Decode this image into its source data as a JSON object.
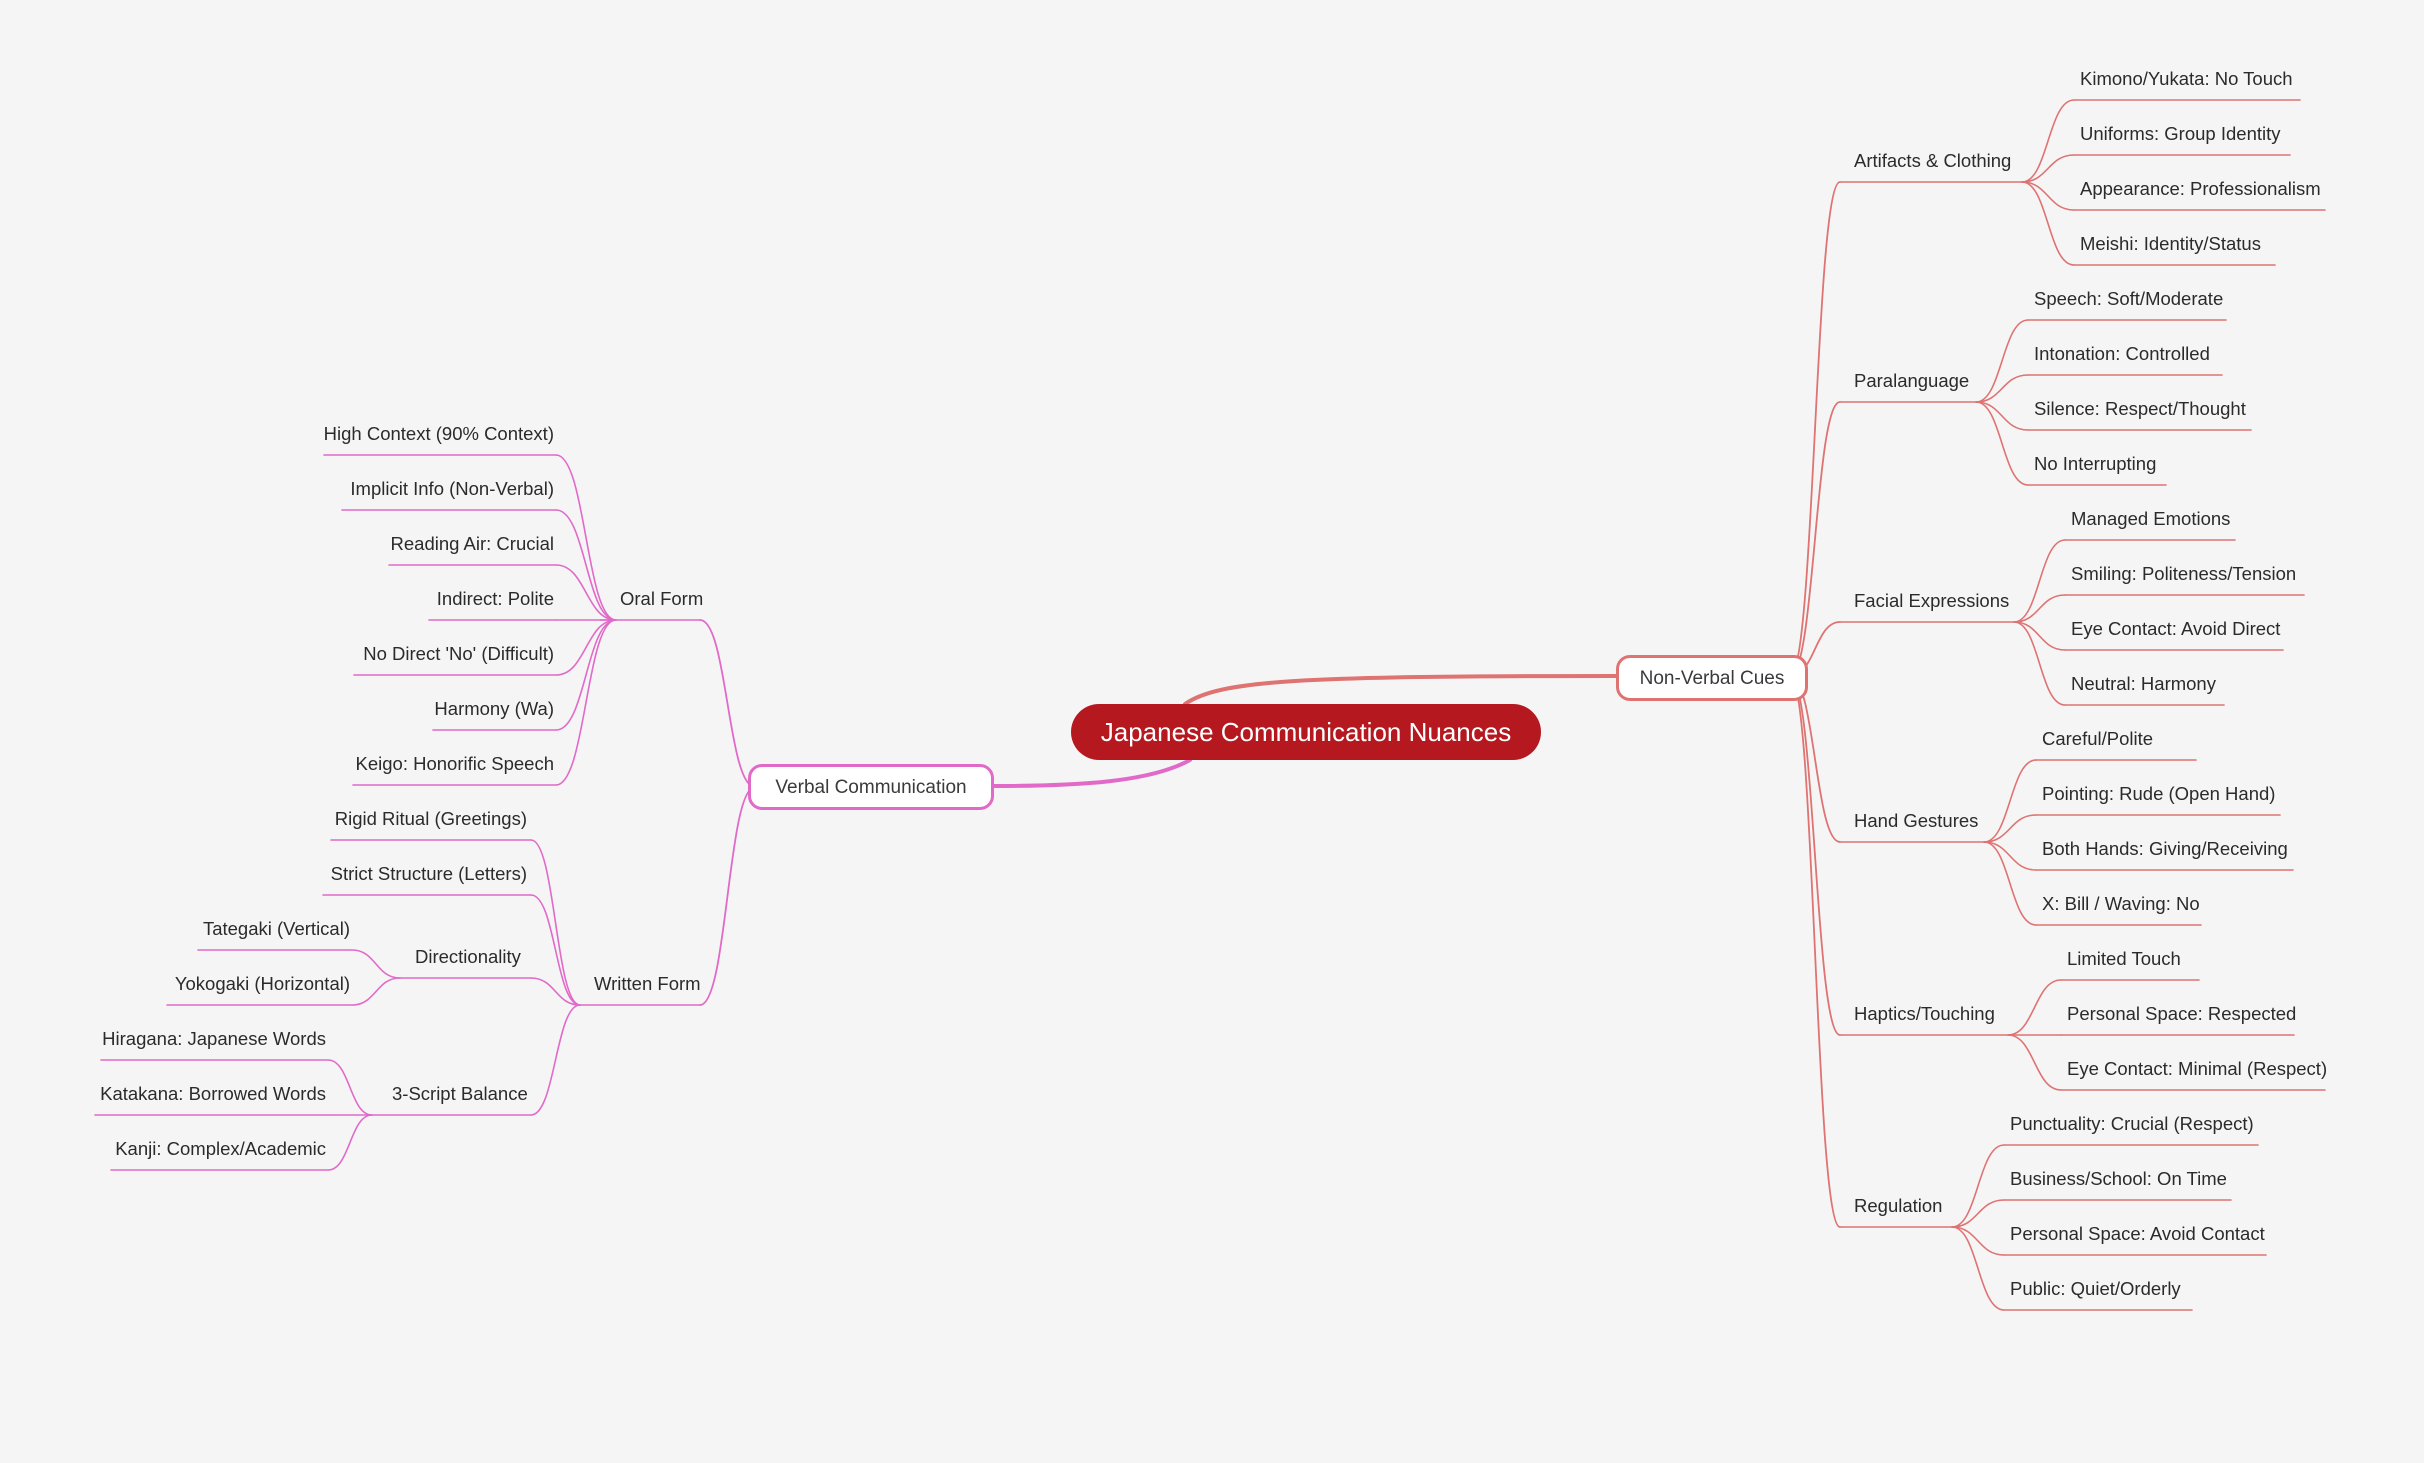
{
  "colors": {
    "root": "#b5191f",
    "verbal": "#e16ac9",
    "nonverbal": "#de7372",
    "background": "#f5f5f6"
  },
  "root": "Japanese Communication Nuances",
  "verbal": {
    "label": "Verbal Communication",
    "oral": {
      "label": "Oral Form",
      "items": [
        "High Context (90% Context)",
        "Implicit Info (Non-Verbal)",
        "Reading Air: Crucial",
        "Indirect: Polite",
        "No Direct 'No' (Difficult)",
        "Harmony (Wa)",
        "Keigo: Honorific Speech"
      ]
    },
    "written": {
      "label": "Written Form",
      "items": [
        "Rigid Ritual (Greetings)",
        "Strict Structure (Letters)"
      ],
      "directionality": {
        "label": "Directionality",
        "items": [
          "Tategaki (Vertical)",
          "Yokogaki (Horizontal)"
        ]
      },
      "scripts": {
        "label": "3-Script Balance",
        "items": [
          "Hiragana: Japanese Words",
          "Katakana: Borrowed Words",
          "Kanji: Complex/Academic"
        ]
      }
    }
  },
  "nonverbal": {
    "label": "Non-Verbal Cues",
    "groups": [
      {
        "label": "Artifacts & Clothing",
        "items": [
          "Kimono/Yukata: No Touch",
          "Uniforms: Group Identity",
          "Appearance: Professionalism",
          "Meishi: Identity/Status"
        ]
      },
      {
        "label": "Paralanguage",
        "items": [
          "Speech: Soft/Moderate",
          "Intonation: Controlled",
          "Silence: Respect/Thought",
          "No Interrupting"
        ]
      },
      {
        "label": "Facial Expressions",
        "items": [
          "Managed Emotions",
          "Smiling: Politeness/Tension",
          "Eye Contact: Avoid Direct",
          "Neutral: Harmony"
        ]
      },
      {
        "label": "Hand Gestures",
        "items": [
          "Careful/Polite",
          "Pointing: Rude (Open Hand)",
          "Both Hands: Giving/Receiving",
          "X: Bill / Waving: No"
        ]
      },
      {
        "label": "Haptics/Touching",
        "items": [
          "Limited Touch",
          "Personal Space: Respected",
          "Eye Contact: Minimal (Respect)"
        ]
      },
      {
        "label": "Regulation",
        "items": [
          "Punctuality: Crucial (Respect)",
          "Business/School: On Time",
          "Personal Space: Avoid Contact",
          "Public: Quiet/Orderly"
        ]
      }
    ]
  }
}
